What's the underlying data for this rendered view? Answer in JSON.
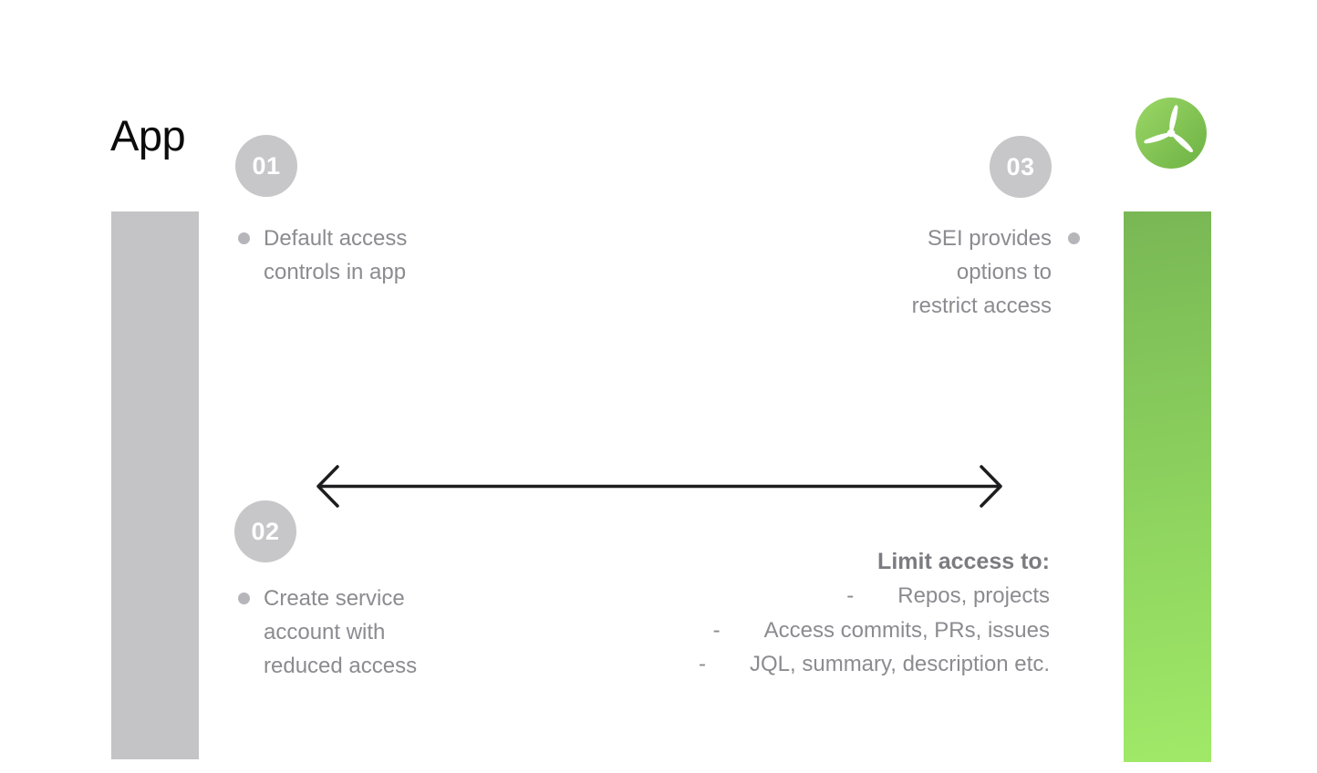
{
  "header": {
    "app_label": "App"
  },
  "logo": {
    "name": "sei-propeller-logo"
  },
  "steps": [
    {
      "number": "01",
      "lines": [
        "Default access",
        "controls in app"
      ]
    },
    {
      "number": "02",
      "lines": [
        "Create service",
        "account with",
        "reduced access"
      ]
    },
    {
      "number": "03",
      "lines": [
        "SEI provides",
        "options to",
        "restrict access"
      ]
    }
  ],
  "limit": {
    "title": "Limit access to:",
    "dash": "-",
    "items": [
      "Repos, projects",
      "Access commits, PRs, issues",
      "JQL, summary, description etc."
    ]
  },
  "colors": {
    "text_gray": "#8b8b90",
    "text_bold_gray": "#7b7b80",
    "bullet_gray": "#b5b5ba",
    "badge_gray": "#c7c7c9",
    "bar_gray": "#c4c4c6",
    "bar_green_top": "#79b755",
    "bar_green_bottom": "#a0e968",
    "logo_green_light": "#97d463",
    "logo_green_dark": "#6cb243",
    "arrow_black": "#1d1d1f"
  }
}
